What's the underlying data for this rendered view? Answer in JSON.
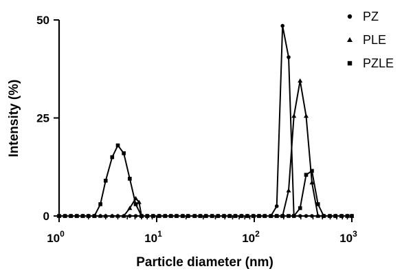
{
  "chart_data": {
    "type": "line",
    "xlabel": "Particle diameter (nm)",
    "ylabel": "Intensity (%)",
    "x_scale": "log",
    "xlim": [
      1,
      1000
    ],
    "ylim": [
      0,
      50
    ],
    "x_ticks": [
      {
        "value": 1,
        "base": "10",
        "exp": "0"
      },
      {
        "value": 10,
        "base": "10",
        "exp": "1"
      },
      {
        "value": 100,
        "base": "10",
        "exp": "2"
      },
      {
        "value": 1000,
        "base": "10",
        "exp": "3"
      }
    ],
    "y_ticks": [
      {
        "value": 0,
        "label": "0"
      },
      {
        "value": 25,
        "label": "25"
      },
      {
        "value": 50,
        "label": "50"
      }
    ],
    "legend_position": "top-right",
    "series": [
      {
        "name": "PZ",
        "marker": "circle",
        "x": [
          1.0,
          1.15,
          1.32,
          1.52,
          1.75,
          2.0,
          2.3,
          2.65,
          3.0,
          3.5,
          4.0,
          4.6,
          5.3,
          6.1,
          7.0,
          8.0,
          9.2,
          10.6,
          12.2,
          14,
          16,
          18.5,
          21,
          24.5,
          28,
          32,
          37,
          42.5,
          49,
          56,
          64,
          74,
          85,
          98,
          112,
          128,
          148,
          170,
          195,
          225,
          255,
          295,
          340,
          390,
          450,
          515,
          595,
          680,
          785,
          900,
          1000
        ],
        "y": [
          0,
          0,
          0,
          0,
          0,
          0,
          0,
          0,
          0,
          0,
          0,
          0,
          0,
          0,
          0,
          0,
          0,
          0,
          0,
          0,
          0,
          0,
          0,
          0,
          0,
          0,
          0,
          0,
          0,
          0,
          0,
          0,
          0,
          0,
          0,
          0,
          0,
          2.5,
          48.5,
          40.5,
          0,
          0,
          0,
          0,
          0,
          0,
          0,
          0,
          0,
          0,
          0
        ]
      },
      {
        "name": "PLE",
        "marker": "triangle",
        "x": [
          1.0,
          1.15,
          1.32,
          1.52,
          1.75,
          2.0,
          2.3,
          2.65,
          3.0,
          3.5,
          4.0,
          4.6,
          5.3,
          6.1,
          6.6,
          7.0,
          8.0,
          9.2,
          10.6,
          12.2,
          14,
          16,
          18.5,
          21,
          24.5,
          28,
          32,
          37,
          42.5,
          49,
          56,
          64,
          74,
          85,
          98,
          112,
          128,
          148,
          170,
          195,
          225,
          255,
          295,
          340,
          390,
          450,
          515,
          595,
          680,
          785,
          900,
          1000
        ],
        "y": [
          0,
          0,
          0,
          0,
          0,
          0,
          0,
          0,
          0,
          0,
          0,
          0,
          2.0,
          4.5,
          3.5,
          0,
          0,
          0,
          0,
          0,
          0,
          0,
          0,
          0,
          0,
          0,
          0,
          0,
          0,
          0,
          0,
          0,
          0,
          0,
          0,
          0,
          0,
          0,
          0,
          0,
          6.5,
          25.5,
          34.5,
          25.5,
          8.5,
          0,
          0,
          0,
          0,
          0,
          0,
          0
        ]
      },
      {
        "name": "PZLE",
        "marker": "square",
        "x": [
          1.0,
          1.15,
          1.32,
          1.52,
          1.75,
          2.0,
          2.3,
          2.65,
          3.0,
          3.5,
          4.0,
          4.6,
          5.3,
          6.1,
          7.0,
          8.0,
          9.2,
          10.6,
          12.2,
          14,
          16,
          18.5,
          21,
          24.5,
          28,
          32,
          37,
          42.5,
          49,
          56,
          64,
          74,
          85,
          98,
          112,
          128,
          148,
          170,
          195,
          225,
          255,
          295,
          340,
          390,
          450,
          515,
          595,
          680,
          785,
          900,
          1000
        ],
        "y": [
          0,
          0,
          0,
          0,
          0,
          0,
          0,
          3.0,
          9.0,
          15.0,
          18.0,
          16.0,
          9.5,
          3.0,
          0,
          0,
          0,
          0,
          0,
          0,
          0,
          0,
          0,
          0,
          0,
          0,
          0,
          0,
          0,
          0,
          0,
          0,
          0,
          0,
          0,
          0,
          0,
          0,
          0,
          0,
          0,
          2.0,
          10.5,
          11.5,
          3.0,
          0,
          0,
          0,
          0,
          0,
          0
        ]
      }
    ]
  }
}
